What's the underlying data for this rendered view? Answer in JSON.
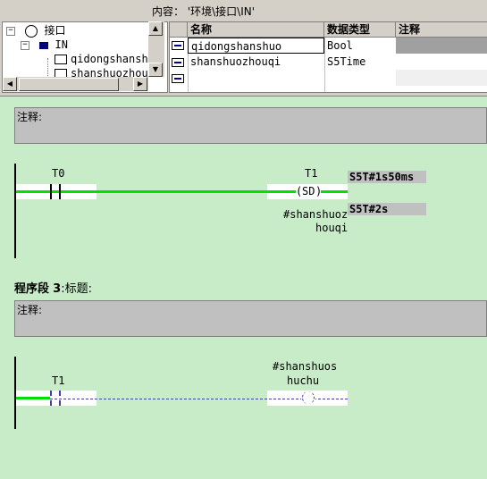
{
  "interface": {
    "content_title": "内容： '环境\\接口\\IN'",
    "tree": {
      "root_label": "接口",
      "child_label": "IN",
      "items": [
        "qidongshanshu",
        "shanshuozhou"
      ]
    },
    "table": {
      "headers": [
        "名称",
        "数据类型",
        "注释"
      ],
      "rows": [
        {
          "name": "qidongshanshuo",
          "type": "Bool",
          "comment": ""
        },
        {
          "name": "shanshuozhouqi",
          "type": "S5Time",
          "comment": ""
        },
        {
          "name": "",
          "type": "",
          "comment": ""
        }
      ]
    }
  },
  "segment2": {
    "comment_label": "注释:",
    "contact_label": "T0",
    "timer_label": "T1",
    "coil_label": "SD",
    "timer_value_top": "S5T#1s50ms",
    "param_label_line1": "#shanshuoz",
    "param_label_line2": "houqi",
    "timer_value_param": "S5T#2s"
  },
  "segment3": {
    "title_prefix": "程序段",
    "number": "3",
    "title_suffix": ":标题:",
    "comment_label": "注释:",
    "contact_label": "T1",
    "coil_label_line1": "#shanshuos",
    "coil_label_line2": "huchu"
  },
  "colors": {
    "wire": "#00e000",
    "background": "#c8ecc8",
    "comment": "#c0c0c0"
  }
}
